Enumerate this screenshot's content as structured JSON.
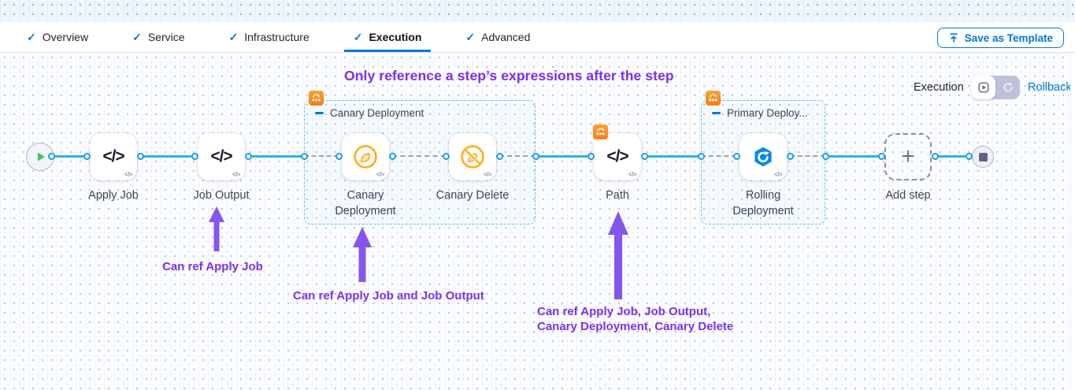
{
  "tabs": [
    {
      "label": "Overview"
    },
    {
      "label": "Service"
    },
    {
      "label": "Infrastructure"
    },
    {
      "label": "Execution"
    },
    {
      "label": "Advanced"
    }
  ],
  "active_tab": "Execution",
  "toolbar": {
    "save_as_template": "Save as Template"
  },
  "mode_switch": {
    "execution_label": "Execution",
    "rollback_label": "Rollback"
  },
  "annotation": {
    "title": "Only reference a step’s expressions after the step",
    "note_job_output": "Can ref Apply Job",
    "note_canary": "Can ref Apply Job and Job Output",
    "note_path_line1": "Can ref Apply Job, Job Output,",
    "note_path_line2": "Canary Deployment, Canary Delete"
  },
  "pipeline": {
    "steps": [
      {
        "label": "Apply Job",
        "icon": "code"
      },
      {
        "label": "Job Output",
        "icon": "code"
      },
      {
        "label": "Canary Deployment",
        "icon": "canary"
      },
      {
        "label": "Canary Delete",
        "icon": "canary-delete"
      },
      {
        "label": "Path",
        "icon": "code"
      },
      {
        "label": "Rolling Deployment",
        "icon": "rolling-deployment"
      }
    ],
    "groups": [
      {
        "label": "Canary Deployment"
      },
      {
        "label": "Primary Deploy..."
      }
    ],
    "add_step_label": "Add step",
    "code_glyph": "</>"
  },
  "colors": {
    "accent_blue": "#0278d5",
    "connector_blue": "#2db1f1",
    "group_border": "#5ec4f1",
    "annotation_purple": "#7d2ff0",
    "badge_orange": "#f87d15",
    "canary_orange": "#fcaf17",
    "rolling_blue": "#0a89e8",
    "play_green": "#44c45c"
  }
}
